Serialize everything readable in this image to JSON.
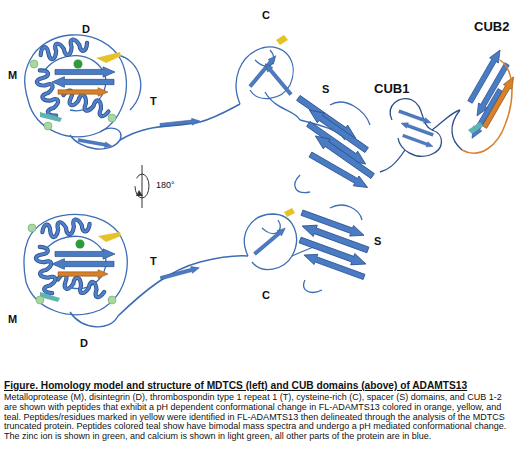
{
  "diagram": {
    "title": "Figure. Homology model and structure of MDTCS (left) and CUB domains (above) of ADAMTS13",
    "caption": "Metalloprotease (M), disintegrin (D), thrombospondin type 1 repeat 1 (T), cysteine-rich (C), spacer (S) domains, and CUB 1-2 are shown with peptides that exhibit a pH dependent conformational change in FL-ADAMTS13 colored in orange, yellow, and teal. Peptides/residues marked in yellow were identified in FL-ADAMTS13 then delineated through the analysis of the MDTCS truncated protein. Peptides colored teal show have bimodal mass spectra and undergo a pH mediated conformational change. The zinc ion is shown in green, and calcium is shown in light green, all other parts of the protein are in blue.",
    "labels": [
      "C",
      "M",
      "D",
      "T",
      "S",
      "180°",
      "M",
      "D",
      "T",
      "C",
      "S",
      "CUB2",
      "CUB1"
    ]
  }
}
